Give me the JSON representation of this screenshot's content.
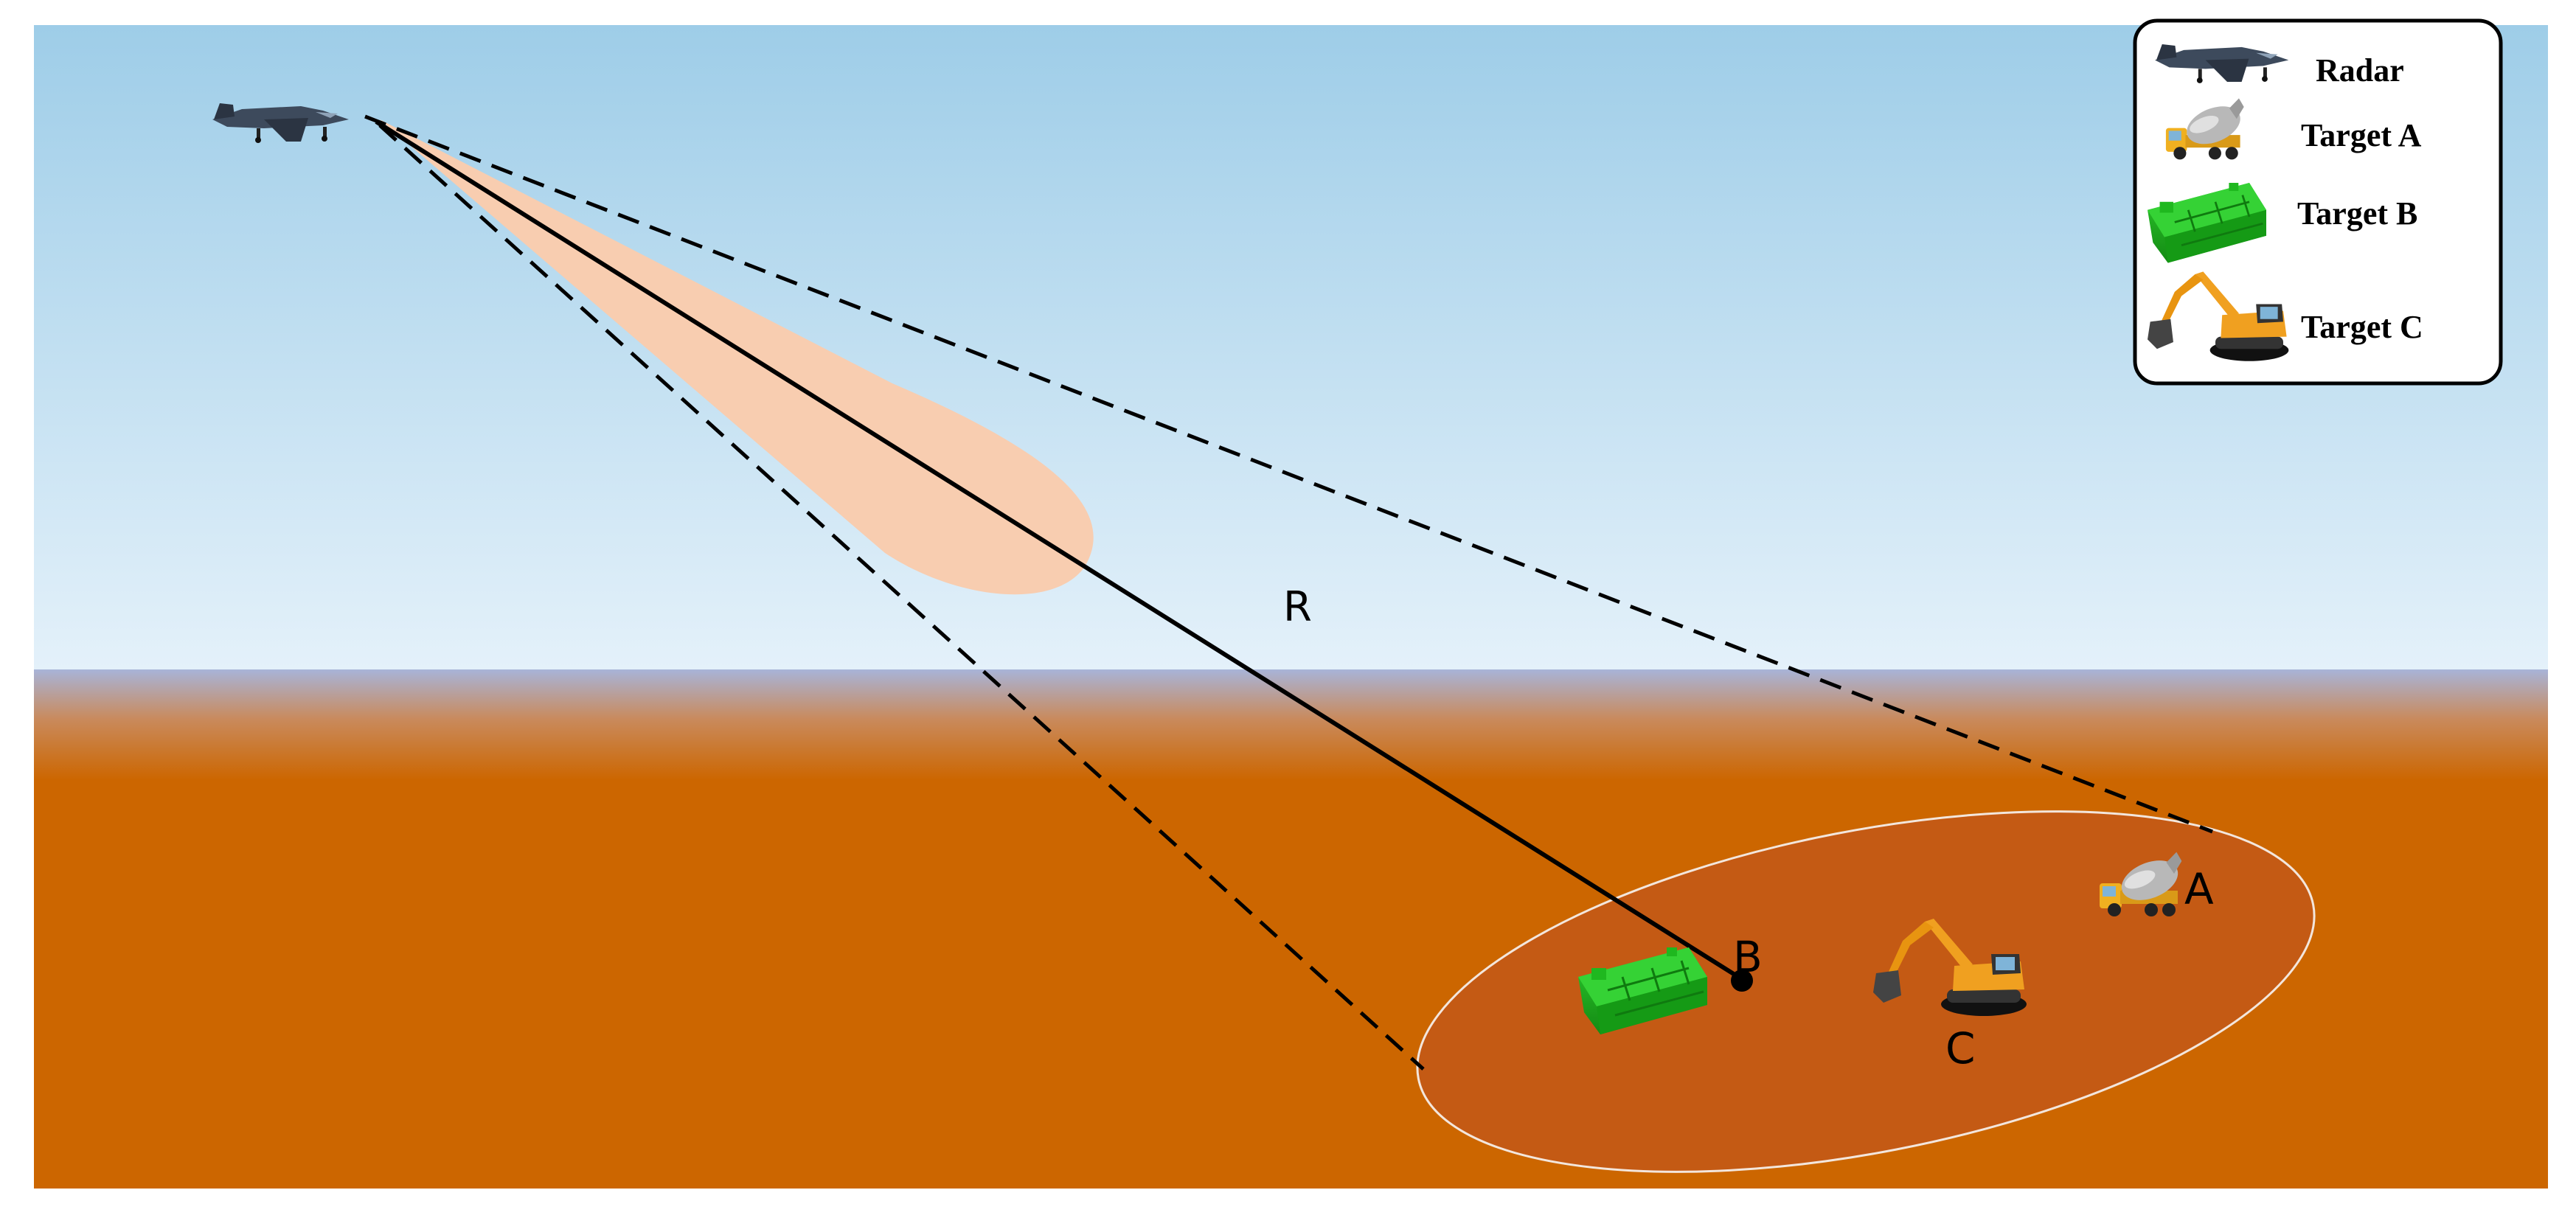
{
  "labels": {
    "range": "R",
    "target_a": "A",
    "target_b": "B",
    "target_c": "C"
  },
  "legend": {
    "items": [
      {
        "label": "Radar",
        "icon": "aircraft-icon"
      },
      {
        "label": "Target A",
        "icon": "mixer-truck-icon"
      },
      {
        "label": "Target  B",
        "icon": "tracked-vehicle-icon"
      },
      {
        "label": "Target  C",
        "icon": "excavator-icon"
      }
    ]
  },
  "colors": {
    "sky_top": "#9ecde8",
    "sky_bottom": "#e4f1fa",
    "ground": "#cc6600",
    "beam": "#f8cdb0",
    "illuminated_area": "#c45a14",
    "target_b": "#1faa1f",
    "excavator": "#f0a020"
  }
}
